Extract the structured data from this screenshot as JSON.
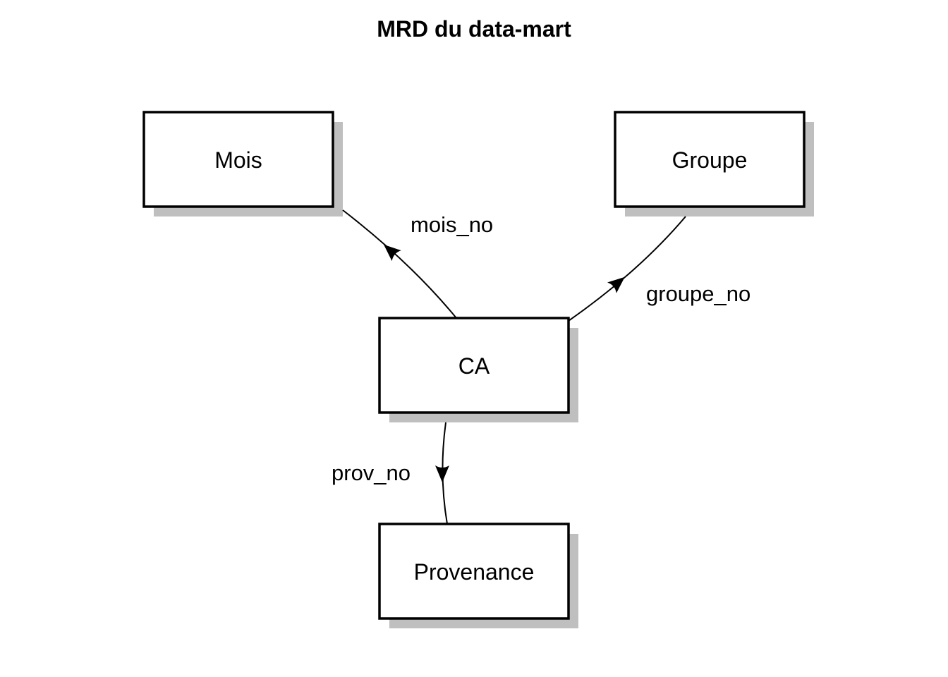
{
  "title": "MRD du data-mart",
  "nodes": {
    "mois": {
      "label": "Mois"
    },
    "groupe": {
      "label": "Groupe"
    },
    "ca": {
      "label": "CA"
    },
    "provenance": {
      "label": "Provenance"
    }
  },
  "edges": {
    "mois_no": {
      "label": "mois_no",
      "from": "CA",
      "to": "Mois"
    },
    "groupe_no": {
      "label": "groupe_no",
      "from": "CA",
      "to": "Groupe"
    },
    "prov_no": {
      "label": "prov_no",
      "from": "CA",
      "to": "Provenance"
    }
  },
  "colors": {
    "shadow": "#bfbfbf",
    "stroke": "#000000",
    "background": "#ffffff"
  }
}
